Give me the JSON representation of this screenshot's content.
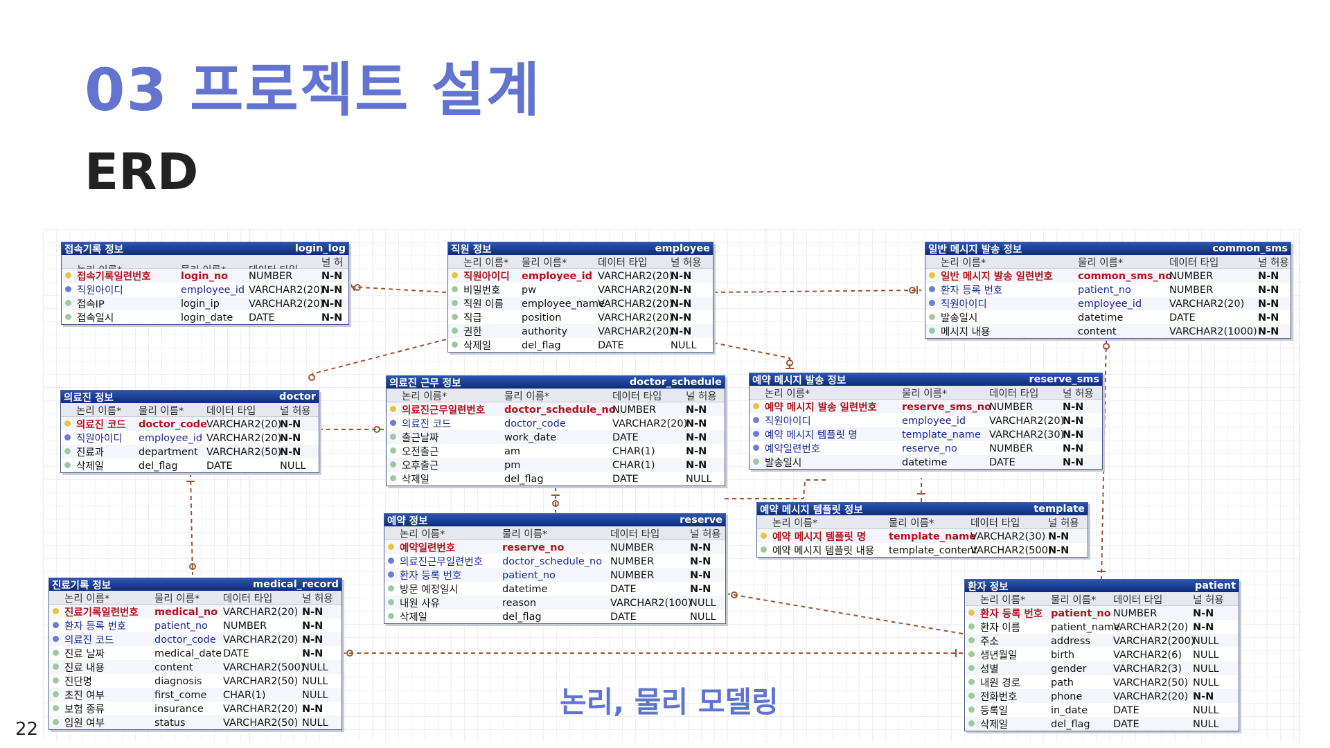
{
  "slide": {
    "title": "03 프로젝트 설계",
    "subtitle": "ERD",
    "caption": "논리, 물리 모델링",
    "page_number": "22"
  },
  "column_headers": [
    "논리 이름*",
    "물리 이름*",
    "데이터 타입",
    "널 허용"
  ],
  "colors": {
    "title": "#6274d0",
    "header_bar": "#0d2c7a",
    "pk_text": "#b0141c",
    "fk_text": "#1a2a9a",
    "relation": "#a0522d"
  },
  "tables": {
    "login_log": {
      "logical": "접속기록 정보",
      "physical": "login_log",
      "rows": [
        {
          "key": "pk",
          "ln": "접속기록일련번호",
          "pn": "login_no",
          "type": "NUMBER",
          "nullable": "N-N"
        },
        {
          "key": "fk",
          "ln": "직원아이디",
          "pn": "employee_id",
          "type": "VARCHAR2(20)",
          "nullable": "N-N"
        },
        {
          "key": "",
          "ln": "접속IP",
          "pn": "login_ip",
          "type": "VARCHAR2(20)",
          "nullable": "N-N"
        },
        {
          "key": "",
          "ln": "접속일시",
          "pn": "login_date",
          "type": "DATE",
          "nullable": "N-N"
        }
      ]
    },
    "employee": {
      "logical": "직원 정보",
      "physical": "employee",
      "rows": [
        {
          "key": "pk",
          "ln": "직원아이디",
          "pn": "employee_id",
          "type": "VARCHAR2(20)",
          "nullable": "N-N"
        },
        {
          "key": "",
          "ln": "비밀번호",
          "pn": "pw",
          "type": "VARCHAR2(20)",
          "nullable": "N-N"
        },
        {
          "key": "",
          "ln": "직원 이름",
          "pn": "employee_name",
          "type": "VARCHAR2(20)",
          "nullable": "N-N"
        },
        {
          "key": "",
          "ln": "직급",
          "pn": "position",
          "type": "VARCHAR2(20)",
          "nullable": "N-N"
        },
        {
          "key": "",
          "ln": "권한",
          "pn": "authority",
          "type": "VARCHAR2(20)",
          "nullable": "N-N"
        },
        {
          "key": "",
          "ln": "삭제일",
          "pn": "del_flag",
          "type": "DATE",
          "nullable": "NULL"
        }
      ]
    },
    "common_sms": {
      "logical": "일반 메시지 발송 정보",
      "physical": "common_sms",
      "rows": [
        {
          "key": "pk",
          "ln": "일반 메시지 발송 일련번호",
          "pn": "common_sms_no",
          "type": "NUMBER",
          "nullable": "N-N"
        },
        {
          "key": "fk",
          "ln": "환자 등록 번호",
          "pn": "patient_no",
          "type": "NUMBER",
          "nullable": "N-N"
        },
        {
          "key": "fk",
          "ln": "직원아이디",
          "pn": "employee_id",
          "type": "VARCHAR2(20)",
          "nullable": "N-N"
        },
        {
          "key": "",
          "ln": "발송일시",
          "pn": "datetime",
          "type": "DATE",
          "nullable": "N-N"
        },
        {
          "key": "",
          "ln": "메시지 내용",
          "pn": "content",
          "type": "VARCHAR2(1000)",
          "nullable": "N-N"
        }
      ]
    },
    "doctor": {
      "logical": "의료진 정보",
      "physical": "doctor",
      "rows": [
        {
          "key": "pk",
          "ln": "의료진 코드",
          "pn": "doctor_code",
          "type": "VARCHAR2(20)",
          "nullable": "N-N"
        },
        {
          "key": "fk",
          "ln": "직원아이디",
          "pn": "employee_id",
          "type": "VARCHAR2(20)",
          "nullable": "N-N"
        },
        {
          "key": "",
          "ln": "진료과",
          "pn": "department",
          "type": "VARCHAR2(50)",
          "nullable": "N-N"
        },
        {
          "key": "",
          "ln": "삭제일",
          "pn": "del_flag",
          "type": "DATE",
          "nullable": "NULL"
        }
      ]
    },
    "doctor_schedule": {
      "logical": "의료진 근무 정보",
      "physical": "doctor_schedule",
      "rows": [
        {
          "key": "pk",
          "ln": "의료진근무일련번호",
          "pn": "doctor_schedule_no",
          "type": "NUMBER",
          "nullable": "N-N"
        },
        {
          "key": "fk",
          "ln": "의료진 코드",
          "pn": "doctor_code",
          "type": "VARCHAR2(20)",
          "nullable": "N-N"
        },
        {
          "key": "",
          "ln": "출근날짜",
          "pn": "work_date",
          "type": "DATE",
          "nullable": "N-N"
        },
        {
          "key": "",
          "ln": "오전출근",
          "pn": "am",
          "type": "CHAR(1)",
          "nullable": "N-N"
        },
        {
          "key": "",
          "ln": "오후출근",
          "pn": "pm",
          "type": "CHAR(1)",
          "nullable": "N-N"
        },
        {
          "key": "",
          "ln": "삭제일",
          "pn": "del_flag",
          "type": "DATE",
          "nullable": "NULL"
        }
      ]
    },
    "reserve_sms": {
      "logical": "예약 메시지 발송 정보",
      "physical": "reserve_sms",
      "rows": [
        {
          "key": "pk",
          "ln": "예약 메시지 발송 일련번호",
          "pn": "reserve_sms_no",
          "type": "NUMBER",
          "nullable": "N-N"
        },
        {
          "key": "fk",
          "ln": "직원아이디",
          "pn": "employee_id",
          "type": "VARCHAR2(20)",
          "nullable": "N-N"
        },
        {
          "key": "fk",
          "ln": "예약 메시지 템플릿 명",
          "pn": "template_name",
          "type": "VARCHAR2(30)",
          "nullable": "N-N"
        },
        {
          "key": "fk",
          "ln": "예약일련번호",
          "pn": "reserve_no",
          "type": "NUMBER",
          "nullable": "N-N"
        },
        {
          "key": "",
          "ln": "발송일시",
          "pn": "datetime",
          "type": "DATE",
          "nullable": "N-N"
        }
      ]
    },
    "reserve": {
      "logical": "예약 정보",
      "physical": "reserve",
      "rows": [
        {
          "key": "pk",
          "ln": "예약일련번호",
          "pn": "reserve_no",
          "type": "NUMBER",
          "nullable": "N-N"
        },
        {
          "key": "fk",
          "ln": "의료진근무일련번호",
          "pn": "doctor_schedule_no",
          "type": "NUMBER",
          "nullable": "N-N"
        },
        {
          "key": "fk",
          "ln": "환자 등록 번호",
          "pn": "patient_no",
          "type": "NUMBER",
          "nullable": "N-N"
        },
        {
          "key": "",
          "ln": "방문 예정일시",
          "pn": "datetime",
          "type": "DATE",
          "nullable": "N-N"
        },
        {
          "key": "",
          "ln": "내원 사유",
          "pn": "reason",
          "type": "VARCHAR2(100)",
          "nullable": "NULL"
        },
        {
          "key": "",
          "ln": "삭제일",
          "pn": "del_flag",
          "type": "DATE",
          "nullable": "NULL"
        }
      ]
    },
    "template": {
      "logical": "예약 메시지 템플릿 정보",
      "physical": "template",
      "rows": [
        {
          "key": "pk",
          "ln": "예약 메시지 템플릿 명",
          "pn": "template_name",
          "type": "VARCHAR2(30)",
          "nullable": "N-N"
        },
        {
          "key": "",
          "ln": "예약 메시지 템플릿 내용",
          "pn": "template_content",
          "type": "VARCHAR2(500)",
          "nullable": "N-N"
        }
      ]
    },
    "medical_record": {
      "logical": "진료기록 정보",
      "physical": "medical_record",
      "rows": [
        {
          "key": "pk",
          "ln": "진료기록일련번호",
          "pn": "medical_no",
          "type": "VARCHAR2(20)",
          "nullable": "N-N"
        },
        {
          "key": "fk",
          "ln": "환자 등록 번호",
          "pn": "patient_no",
          "type": "NUMBER",
          "nullable": "N-N"
        },
        {
          "key": "fk",
          "ln": "의료진 코드",
          "pn": "doctor_code",
          "type": "VARCHAR2(20)",
          "nullable": "N-N"
        },
        {
          "key": "",
          "ln": "진료 날짜",
          "pn": "medical_date",
          "type": "DATE",
          "nullable": "N-N"
        },
        {
          "key": "",
          "ln": "진료 내용",
          "pn": "content",
          "type": "VARCHAR2(500)",
          "nullable": "NULL"
        },
        {
          "key": "",
          "ln": "진단명",
          "pn": "diagnosis",
          "type": "VARCHAR2(50)",
          "nullable": "NULL"
        },
        {
          "key": "",
          "ln": "초진 여부",
          "pn": "first_come",
          "type": "CHAR(1)",
          "nullable": "NULL"
        },
        {
          "key": "",
          "ln": "보험 종류",
          "pn": "insurance",
          "type": "VARCHAR2(20)",
          "nullable": "N-N"
        },
        {
          "key": "",
          "ln": "입원 여부",
          "pn": "status",
          "type": "VARCHAR2(50)",
          "nullable": "NULL"
        }
      ]
    },
    "patient": {
      "logical": "환자 정보",
      "physical": "patient",
      "rows": [
        {
          "key": "pk",
          "ln": "환자 등록 번호",
          "pn": "patient_no",
          "type": "NUMBER",
          "nullable": "N-N"
        },
        {
          "key": "",
          "ln": "환자 이름",
          "pn": "patient_name",
          "type": "VARCHAR2(20)",
          "nullable": "N-N"
        },
        {
          "key": "",
          "ln": "주소",
          "pn": "address",
          "type": "VARCHAR2(200)",
          "nullable": "NULL"
        },
        {
          "key": "",
          "ln": "생년월일",
          "pn": "birth",
          "type": "VARCHAR2(6)",
          "nullable": "NULL"
        },
        {
          "key": "",
          "ln": "성별",
          "pn": "gender",
          "type": "VARCHAR2(3)",
          "nullable": "NULL"
        },
        {
          "key": "",
          "ln": "내원 경로",
          "pn": "path",
          "type": "VARCHAR2(50)",
          "nullable": "NULL"
        },
        {
          "key": "",
          "ln": "전화번호",
          "pn": "phone",
          "type": "VARCHAR2(20)",
          "nullable": "N-N"
        },
        {
          "key": "",
          "ln": "등록일",
          "pn": "in_date",
          "type": "DATE",
          "nullable": "NULL"
        },
        {
          "key": "",
          "ln": "삭제일",
          "pn": "del_flag",
          "type": "DATE",
          "nullable": "NULL"
        }
      ]
    }
  }
}
